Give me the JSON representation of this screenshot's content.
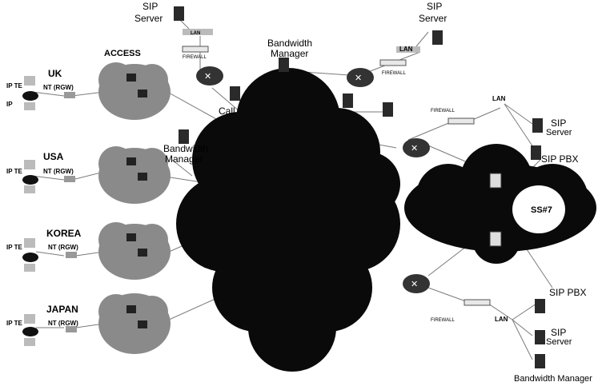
{
  "labels": {
    "sip_server": "SIP Server",
    "sip": "SIP",
    "server": "Server",
    "lan": "LAN",
    "firewall": "FIREWALL",
    "bandwidth": "Bandwidth",
    "manager": "Manager",
    "bandwidth_manager": "Bandwidth Manager",
    "call": "Call",
    "access": "ACCESS",
    "ip_te": "IP TE",
    "ip": "IP",
    "nt_rgw": "NT (RGW)",
    "uk": "UK",
    "usa": "USA",
    "korea": "KOREA",
    "japan": "JAPAN",
    "sip_pbx": "SIP PBX",
    "ss7": "SS#7"
  },
  "colors": {
    "cloud_dark": "#0a0a0a",
    "cloud_gray": "#8a8a8a",
    "device": "#2a2a2a",
    "line": "#7a7a7a"
  }
}
